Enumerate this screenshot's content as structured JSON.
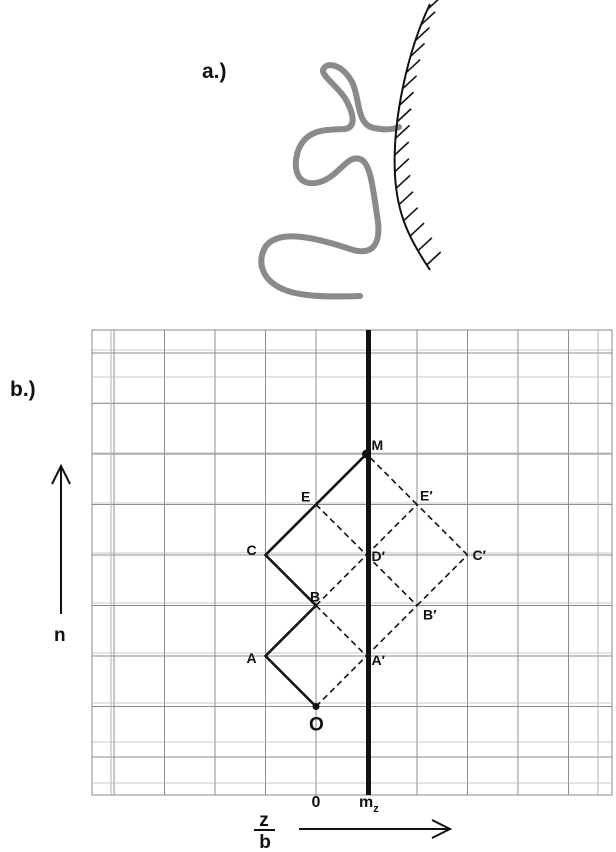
{
  "panel_a": {
    "label": "a.)"
  },
  "panel_b": {
    "label": "b.)",
    "vertical_axis": {
      "label": "n"
    },
    "horizontal_axis": {
      "numerator": "z",
      "denominator": "b",
      "ticks": [
        {
          "text": "0"
        },
        {
          "base": "m",
          "subscript": "z"
        }
      ]
    },
    "points": [
      {
        "id": "O",
        "label": "O",
        "z": 0,
        "n": 1
      },
      {
        "id": "A",
        "label": "A",
        "z": -1,
        "n": 2
      },
      {
        "id": "B",
        "label": "B",
        "z": 0,
        "n": 3
      },
      {
        "id": "C",
        "label": "C",
        "z": -1,
        "n": 4
      },
      {
        "id": "E",
        "label": "E",
        "z": 0,
        "n": 5
      },
      {
        "id": "M",
        "label": "M",
        "z": 1,
        "n": 6
      },
      {
        "id": "A'",
        "label": "A′",
        "z": 1,
        "n": 2
      },
      {
        "id": "B'",
        "label": "B′",
        "z": 2,
        "n": 3
      },
      {
        "id": "C'",
        "label": "C′",
        "z": 3,
        "n": 4
      },
      {
        "id": "D'",
        "label": "D′",
        "z": 1,
        "n": 4
      },
      {
        "id": "E'",
        "label": "E′",
        "z": 2,
        "n": 5
      }
    ],
    "solid_path": [
      "O",
      "A",
      "B",
      "C",
      "E",
      "M"
    ],
    "dashed_segments": [
      [
        "O",
        "A'"
      ],
      [
        "A'",
        "B'"
      ],
      [
        "B'",
        "C'"
      ],
      [
        "C'",
        "E'"
      ],
      [
        "E'",
        "M"
      ],
      [
        "B",
        "A'"
      ],
      [
        "B",
        "D'"
      ],
      [
        "D'",
        "E'"
      ],
      [
        "E",
        "D'"
      ],
      [
        "D'",
        "B'"
      ]
    ],
    "mirror_line": {
      "z": 1
    }
  },
  "colors": {
    "chain_gray": "#8a8a8a",
    "ink": "#111111",
    "grid": "#888888"
  }
}
